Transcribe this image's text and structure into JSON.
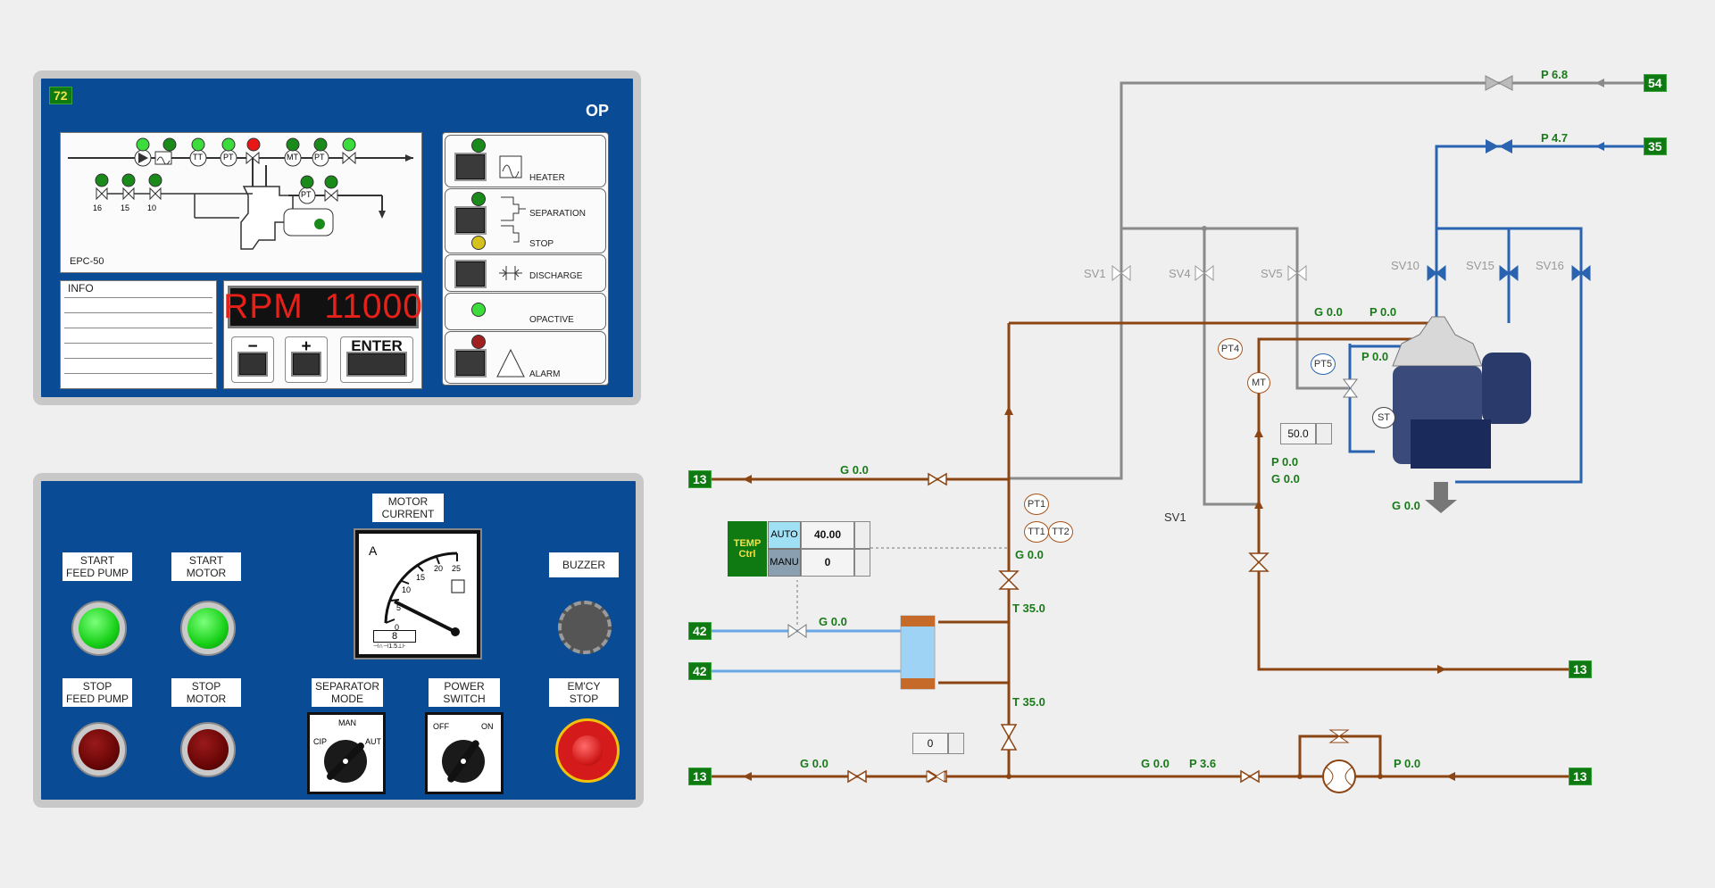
{
  "op_panel": {
    "badge": "72",
    "title": "OP",
    "scheme_label": "EPC-50",
    "scheme_valve_labels": [
      "16",
      "15",
      "10"
    ],
    "scheme_tags": {
      "tt": "TT",
      "pt": "PT",
      "mt": "MT",
      "pt2": "PT",
      "pt3": "PT"
    },
    "info_label": "INFO",
    "rpm_display": "RPM  11000",
    "minus_label": "−",
    "plus_label": "+",
    "enter_label": "ENTER",
    "side_buttons": [
      "HEATER",
      "SEPARATION",
      "STOP",
      "DISCHARGE",
      "OPACTIVE",
      "ALARM"
    ]
  },
  "control_panel": {
    "start_feed_pump": "START\nFEED PUMP",
    "start_motor": "START\nMOTOR",
    "stop_feed_pump": "STOP\nFEED PUMP",
    "stop_motor": "STOP\nMOTOR",
    "motor_current": "MOTOR\nCURRENT",
    "gauge_unit": "A",
    "gauge_ticks": [
      "0",
      "5",
      "10",
      "15",
      "20",
      "25"
    ],
    "gauge_reading": "8",
    "gauge_footer": "⊣∩⊣1.5⊥⊦",
    "buzzer": "BUZZER",
    "separator_mode": "SEPARATOR\nMODE",
    "sep_options": {
      "man": "MAN",
      "cip": "CIP",
      "aut": "AUT"
    },
    "power_switch": "POWER\nSWITCH",
    "power_options": {
      "off": "OFF",
      "on": "ON"
    },
    "emcy_stop": "EM'CY\nSTOP"
  },
  "process": {
    "inlets": {
      "top_right": "54",
      "blue_right": "35",
      "left_mid": "13",
      "left_water1": "42",
      "left_water2": "42",
      "right_mid": "13",
      "left_bottom": "13",
      "right_bottom": "13"
    },
    "labels": {
      "p_68": "P 6.8",
      "p_47": "P 4.7",
      "sv1": "SV1",
      "sv4": "SV4",
      "sv5": "SV5",
      "sv10": "SV10",
      "sv15": "SV15",
      "sv16": "SV16",
      "g_top": "G 0.0",
      "p_top": "P 0.0",
      "pt4": "PT4",
      "pt5": "PT5",
      "p_pt5": "P 0.0",
      "mt": "MT",
      "st": "ST",
      "g_left_line": "G 0.0",
      "pt1": "PT1",
      "tt1": "TT1",
      "tt2": "TT2",
      "g_temp": "G 0.0",
      "t_35a": "T 35.0",
      "g_water": "G 0.0",
      "t_35b": "T 35.0",
      "p_mid": "P 0.0",
      "g_mid": "G 0.0",
      "sv1_b": "SV1",
      "g_sep": "G 0.0",
      "g_bottom_left": "G 0.0",
      "g_bottom_mid": "G 0.0",
      "p_36": "P 3.6",
      "p_bottom_right": "P 0.0"
    },
    "temp_ctrl": {
      "title": "TEMP\nCtrl",
      "auto": "AUTO",
      "manu": "MANU",
      "auto_value": "40.00",
      "manu_value": "0"
    },
    "setpoint_box": "50.0",
    "bottom_box": "0"
  },
  "colors": {
    "panel_blue": "#0a4b96",
    "pipe_brown": "#8b4513",
    "pipe_blue": "#2a64b0",
    "pipe_gray": "#8a8a8a",
    "water_blue": "#6aa6e6",
    "label_green": "#1a7a1a"
  }
}
